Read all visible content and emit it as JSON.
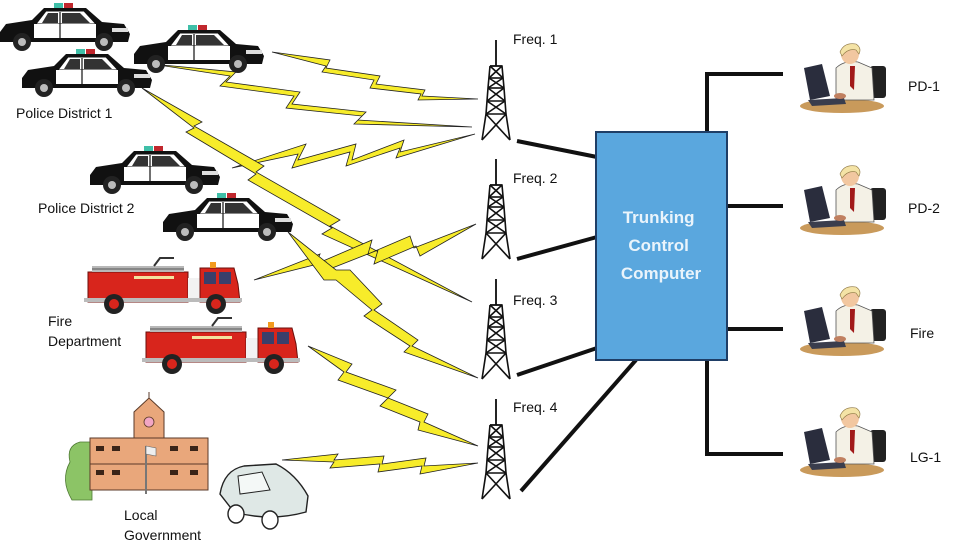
{
  "title": "Trunked radio system",
  "colors": {
    "controller_fill": "#5aa7de",
    "controller_border": "#1f3e66",
    "controller_text": "#eaf4fb",
    "bolt": "#f7ec2a",
    "wire": "#111111",
    "police_body": "#111111",
    "police_door": "#ffffff",
    "fire_truck": "#d8251c",
    "building": "#e9a77b",
    "tree": "#8cc466",
    "civilian_car": "#dfe8e6",
    "operator_shirt": "#f4f1e6",
    "operator_tie": "#a11a1a",
    "desk": "#c99a5b"
  },
  "fleets": [
    {
      "id": "pd1",
      "label": "Police District 1",
      "unit_type": "police-car",
      "unit_count": 3
    },
    {
      "id": "pd2",
      "label": "Police District 2",
      "unit_type": "police-car",
      "unit_count": 2
    },
    {
      "id": "fire",
      "label_lines": [
        "Fire",
        "Department"
      ],
      "unit_type": "fire-truck",
      "unit_count": 2
    },
    {
      "id": "lg",
      "label_lines": [
        "Local",
        "Government"
      ],
      "unit_type": "building-and-car",
      "unit_count": 2
    }
  ],
  "towers": [
    {
      "label": "Freq. 1"
    },
    {
      "label": "Freq. 2"
    },
    {
      "label": "Freq. 3"
    },
    {
      "label": "Freq. 4"
    }
  ],
  "controller": {
    "label_lines": [
      "Trunking",
      "Control",
      "Computer"
    ]
  },
  "dispatchers": [
    {
      "label": "PD-1"
    },
    {
      "label": "PD-2"
    },
    {
      "label": "Fire"
    },
    {
      "label": "LG-1"
    }
  ],
  "radio_links": [
    {
      "from": "pd1-car-2",
      "to": "Freq. 1"
    },
    {
      "from": "pd1-car-3",
      "to": "Freq. 1"
    },
    {
      "from": "pd2-car-1",
      "to": "Freq. 1"
    },
    {
      "from": "pd1-car-3",
      "to": "Freq. 3"
    },
    {
      "from": "fire-truck-1",
      "to": "Freq. 2"
    },
    {
      "from": "pd2-car-2",
      "to": "Freq. 3"
    },
    {
      "from": "fire-truck-2",
      "to": "Freq. 4"
    },
    {
      "from": "lg-car",
      "to": "Freq. 4"
    }
  ]
}
